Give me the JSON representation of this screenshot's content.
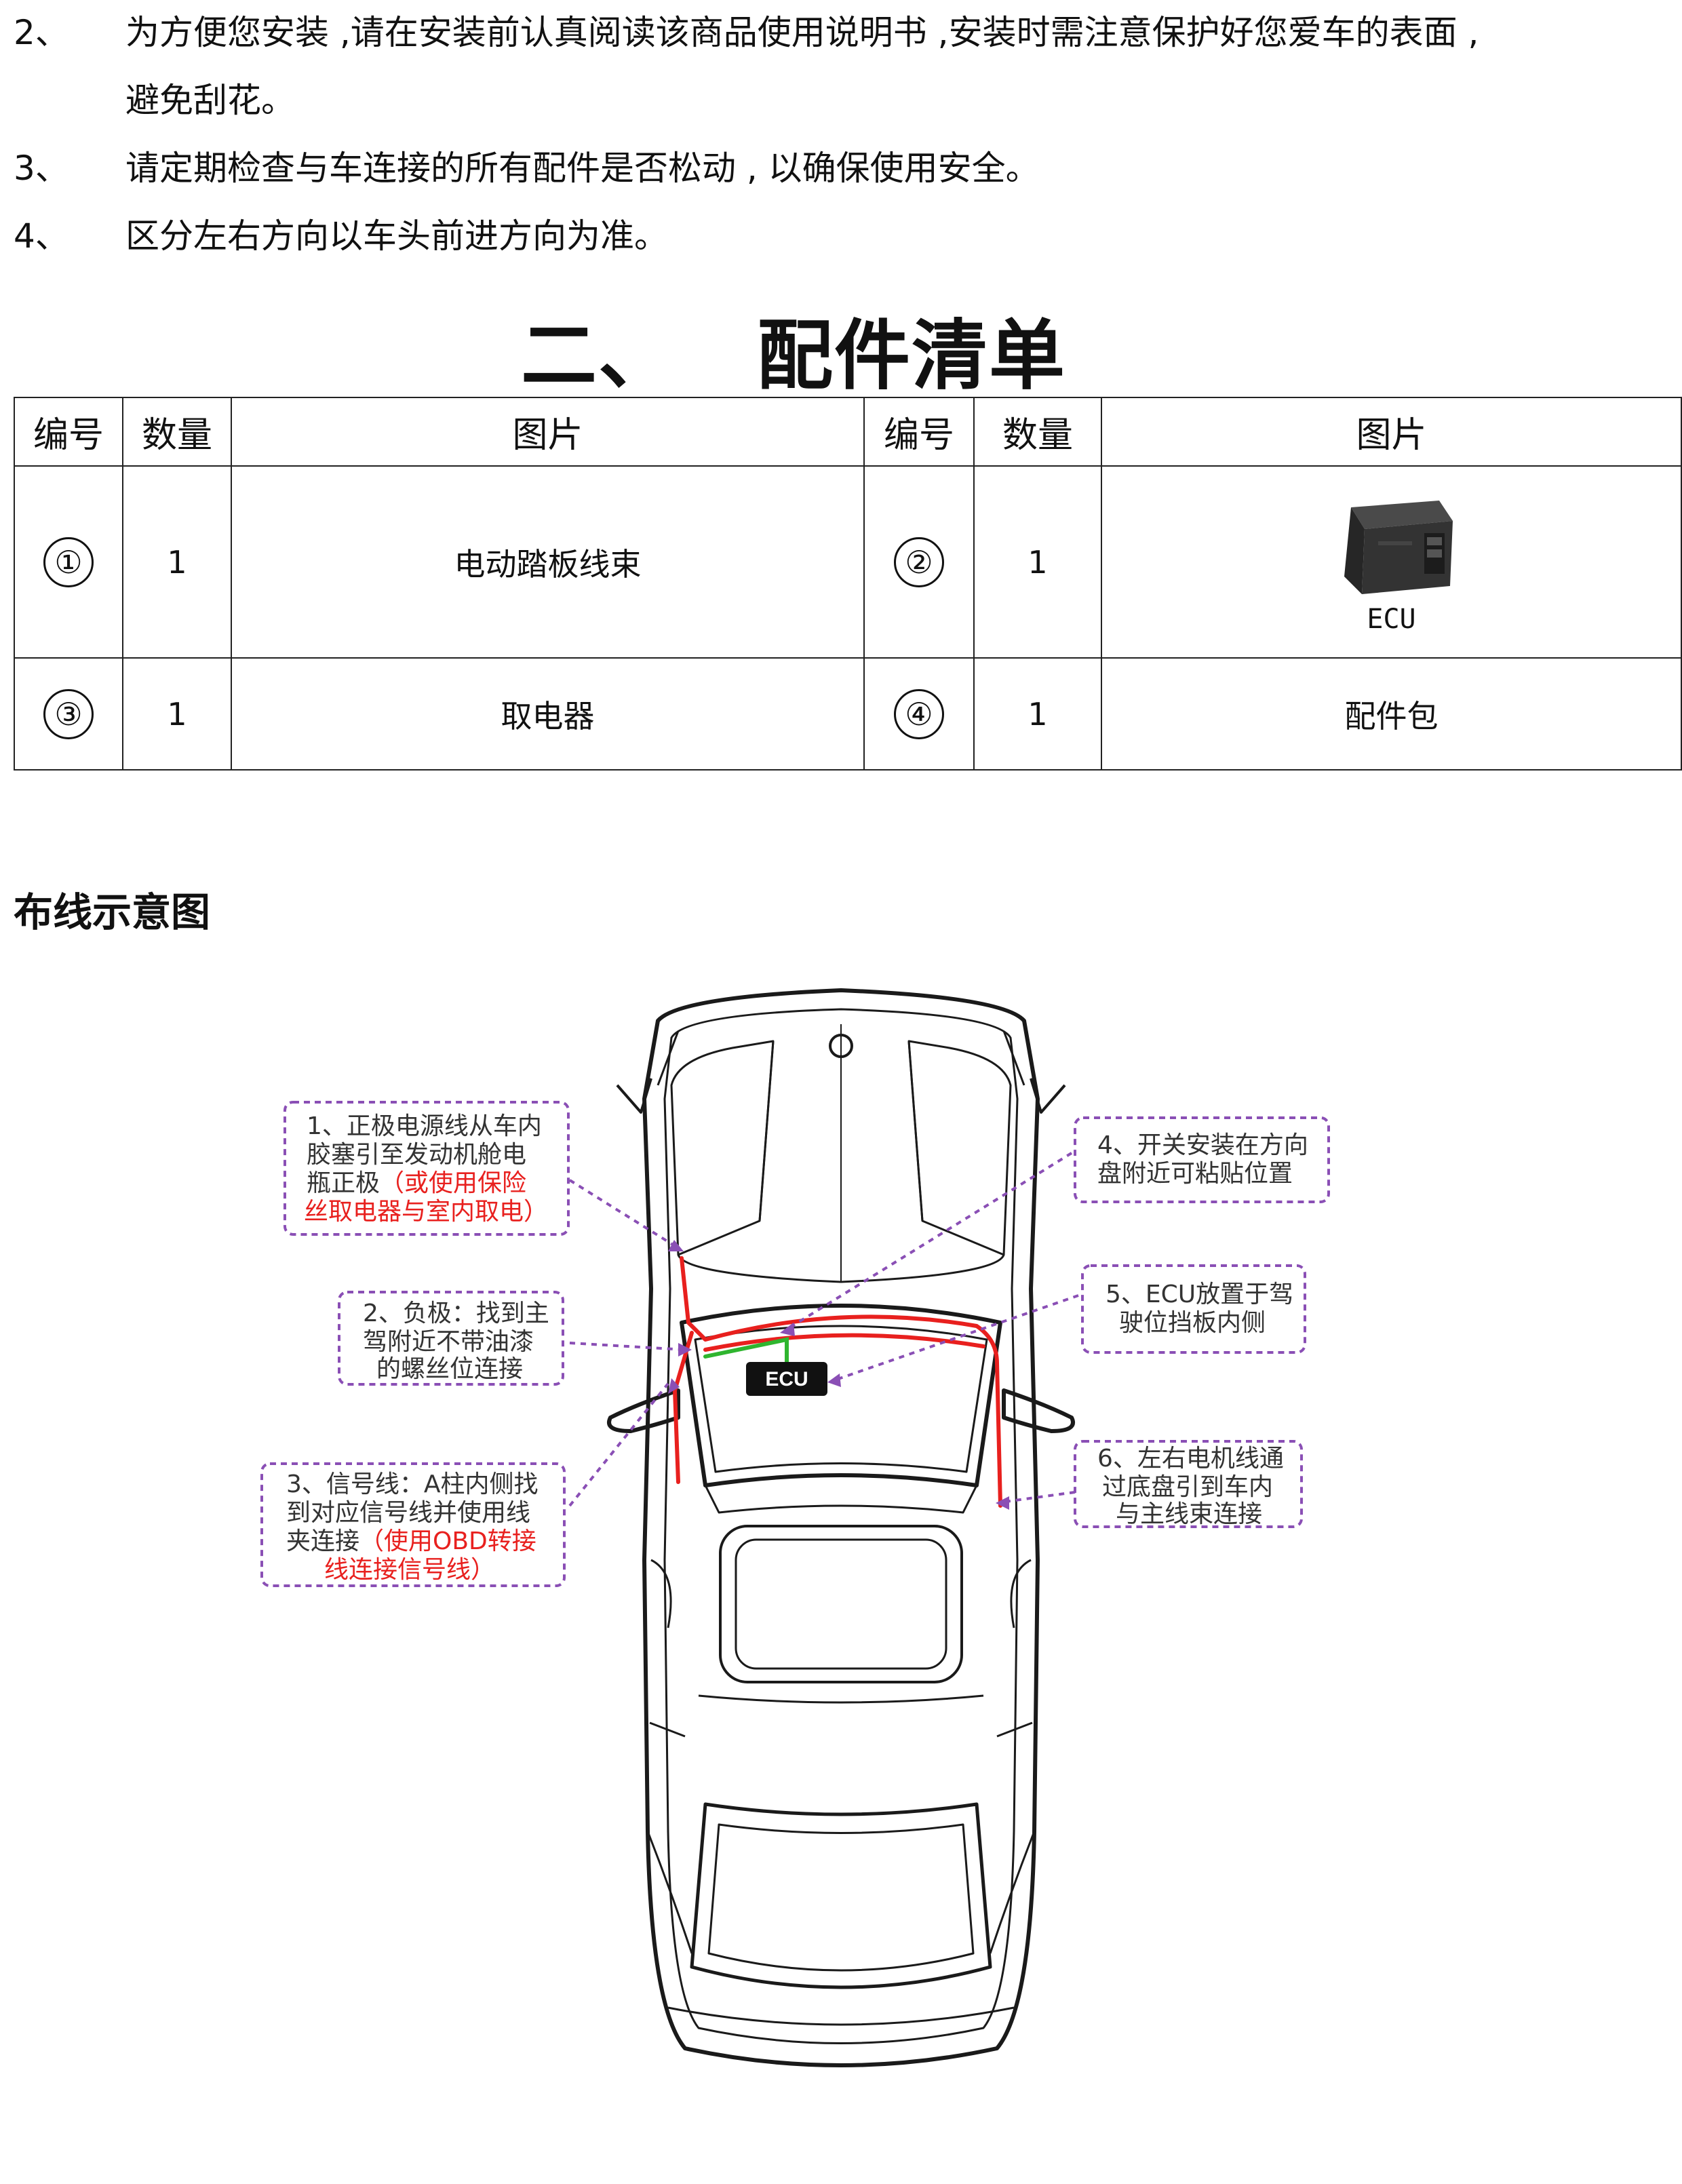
{
  "notes": [
    {
      "num": "2、",
      "lines": [
        "为方便您安装 ,请在安装前认真阅读该商品使用说明书 ,安装时需注意保护好您爱车的表面 ,",
        "避免刮花。"
      ]
    },
    {
      "num": "3、",
      "lines": [
        "请定期检查与车连接的所有配件是否松动 , 以确保使用安全。"
      ]
    },
    {
      "num": "4、",
      "lines": [
        "区分左右方向以车头前进方向为准。"
      ]
    }
  ],
  "section": {
    "number": "二、",
    "title": "配件清单"
  },
  "parts_table": {
    "headers": [
      "编号",
      "数量",
      "图片",
      "编号",
      "数量",
      "图片"
    ],
    "rows": [
      [
        {
          "id": "①",
          "qty": "1",
          "name": "电动踏板线束"
        },
        {
          "id": "②",
          "qty": "1",
          "name": "ECU"
        }
      ],
      [
        {
          "id": "③",
          "qty": "1",
          "name": "取电器"
        },
        {
          "id": "④",
          "qty": "1",
          "name": "配件包"
        }
      ]
    ]
  },
  "wiring": {
    "heading": "布线示意图",
    "ecu_label": "ECU",
    "callouts": [
      {
        "black": [
          "1、正极电源线从车内",
          "胶塞引至发动机舱电",
          "瓶正极"
        ],
        "red_inline": "（或使用保险",
        "red": [
          "丝取电器与室内取电）"
        ]
      },
      {
        "black": [
          "2、负极：找到主",
          "驾附近不带油漆",
          "的螺丝位连接"
        ],
        "red_inline": "",
        "red": []
      },
      {
        "black": [
          "3、信号线：A柱内侧找",
          "到对应信号线并使用线",
          "夹连接"
        ],
        "red_inline": "（使用OBD转接",
        "red": [
          "线连接信号线）"
        ]
      },
      {
        "black": [
          "4、开关安装在方向",
          "盘附近可粘贴位置"
        ],
        "red_inline": "",
        "red": []
      },
      {
        "black": [
          "5、ECU放置于驾",
          "驶位挡板内侧"
        ],
        "red_inline": "",
        "red": []
      },
      {
        "black": [
          "6、左右电机线通",
          "过底盘引到车内",
          "与主线束连接"
        ],
        "red_inline": "",
        "red": []
      }
    ],
    "colors": {
      "callout_border": "#8a4fb5",
      "red_wire": "#e8201e",
      "green_wire": "#2fb52f",
      "text_red": "#e8201e"
    }
  }
}
